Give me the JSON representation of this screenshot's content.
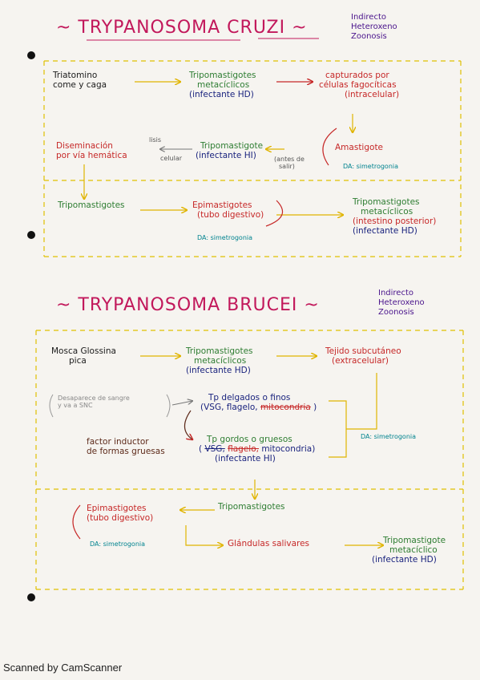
{
  "cruzi": {
    "title": "~ TRYPANOSOMA CRUZI ~",
    "side": [
      "Indirecto",
      "Heteroxeno",
      "Zoonosis"
    ],
    "n1": [
      "Triatomino",
      "come y caga"
    ],
    "n2": [
      "Tripomastigotes",
      "metacíclicos",
      "(infectante HD)"
    ],
    "n3": [
      "capturados por",
      "células fagocíticas",
      "(intracelular)"
    ],
    "n4": [
      "Diseminación",
      "por vía hemática"
    ],
    "lisis": "lisis",
    "celular": "celular",
    "n5": [
      "Tripomastigote",
      "(infectante HI)"
    ],
    "antes": [
      "(antes de",
      "salir)"
    ],
    "amastigote": "Amastigote",
    "da1": "DA: simetrogonia",
    "n6": "Tripomastigotes",
    "n7": [
      "Epimastigotes",
      "(tubo digestivo)"
    ],
    "da2": "DA: simetrogonia",
    "n8": [
      "Tripomastigotes",
      "metacíclicos",
      "(intestino posterior)",
      "(infectante HD)"
    ]
  },
  "brucei": {
    "title": "~ TRYPANOSOMA BRUCEI ~",
    "side": [
      "Indirecto",
      "Heteroxeno",
      "Zoonosis"
    ],
    "n1": [
      "Mosca Glossina",
      "pica"
    ],
    "n2": [
      "Tripomastigotes",
      "metacíclicos",
      "(infectante HD)"
    ],
    "n3": [
      "Tejido subcutáneo",
      "(extracelular)"
    ],
    "desap": [
      "Desaparece de sangre",
      "y va a SNC"
    ],
    "n4": [
      "Tp delgados o finos"
    ],
    "n4_1a": "(VSG, flagelo,",
    "n4_1b": "mitocondria",
    "n4_1c": ")",
    "factor": [
      "factor inductor",
      "de formas gruesas"
    ],
    "n5": [
      "Tp gordos o gruesos",
      "",
      "(infectante HI)"
    ],
    "n5_1a": "(",
    "n5_1b": "VSG,",
    "n5_1c": "flagelo,",
    "n5_1d": "mitocondria)",
    "da1": "DA: simetrogonia",
    "n6": "Tripomastigotes",
    "n7": [
      "Epimastigotes",
      "(tubo digestivo)"
    ],
    "da2": "DA: simetrogonia",
    "glandulas": "Glándulas salivares",
    "n8": [
      "Tripomastigote",
      "metacíclico",
      "(infectante HD)"
    ]
  },
  "footer": "Scanned by CamScanner"
}
